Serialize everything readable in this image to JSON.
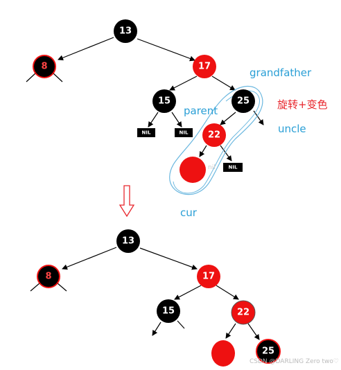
{
  "top_tree": {
    "root": "13",
    "left": "8",
    "right": "17",
    "right_left": "15",
    "right_right": "25",
    "grandchild": "22",
    "nil_a": "NIL",
    "nil_b": "NIL",
    "nil_c": "NIL",
    "partial_label": "nil"
  },
  "labels": {
    "grandfather": "grandfather",
    "parent": "parent",
    "uncle": "uncle",
    "cur": "cur",
    "operation": "旋转+变色"
  },
  "bottom_tree": {
    "root": "13",
    "left": "8",
    "right": "17",
    "right_left": "15",
    "right_right": "22",
    "grandchild": "25"
  },
  "watermark": "CSDN @DARLING Zero two♡",
  "colors": {
    "black_node": "#000000",
    "red_node": "#ee1111",
    "label_blue": "#2a9fd6",
    "label_red": "#e8262c",
    "arrow_down": "#e8262c"
  }
}
